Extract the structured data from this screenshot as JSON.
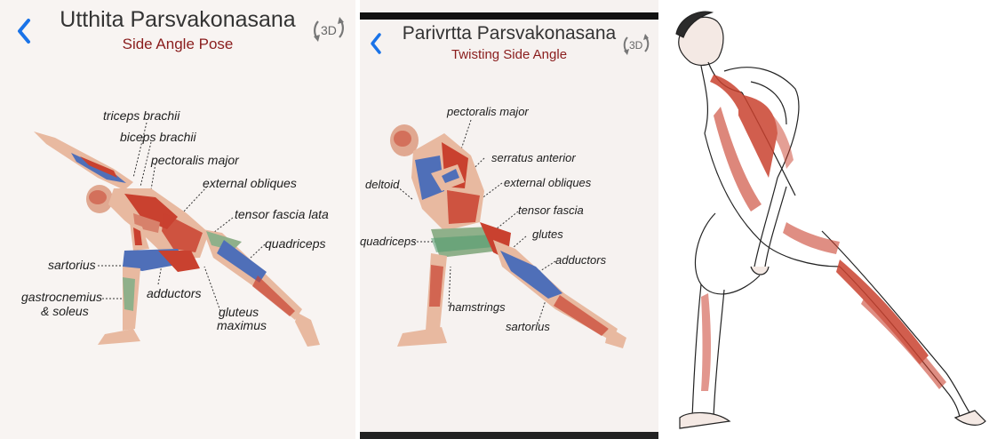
{
  "panel_left": {
    "title": "Utthita Parsvakonasana",
    "subtitle": "Side Angle Pose",
    "btn_3d": "3D",
    "icons": [
      "back-chevron-icon",
      "rotate-3d-icon"
    ],
    "labels": {
      "triceps": "triceps brachii",
      "biceps": "biceps brachii",
      "pectoralis": "pectoralis major",
      "obliques": "external obliques",
      "tensor": "tensor fascia lata",
      "quadriceps": "quadriceps",
      "sartorius": "sartorius",
      "gastro1": "gastrocnemius",
      "gastro2": "& soleus",
      "adductors": "adductors",
      "gluteus1": "gluteus",
      "gluteus2": "maximus"
    }
  },
  "panel_middle": {
    "title": "Parivrtta Parsvakonasana",
    "subtitle": "Twisting Side Angle",
    "btn_3d": "3D",
    "icons": [
      "back-chevron-icon",
      "rotate-3d-icon"
    ],
    "labels": {
      "pectoralis": "pectoralis major",
      "serratus": "serratus anterior",
      "deltoid": "deltoid",
      "obliques": "external obliques",
      "tensor": "tensor fascia",
      "quadriceps": "quadriceps",
      "glutes": "glutes",
      "adductors": "adductors",
      "hamstrings": "hamstrings",
      "sartorius": "sartorius"
    }
  },
  "panel_right": {
    "image": "anatomical-illustration"
  },
  "colors": {
    "muscle_red": "#c9412f",
    "muscle_blue": "#4f6fb8",
    "muscle_green": "#8fb08a",
    "skin": "#e8b9a0",
    "accent_blue": "#1a73e8",
    "subtitle_red": "#8a1d1d"
  }
}
